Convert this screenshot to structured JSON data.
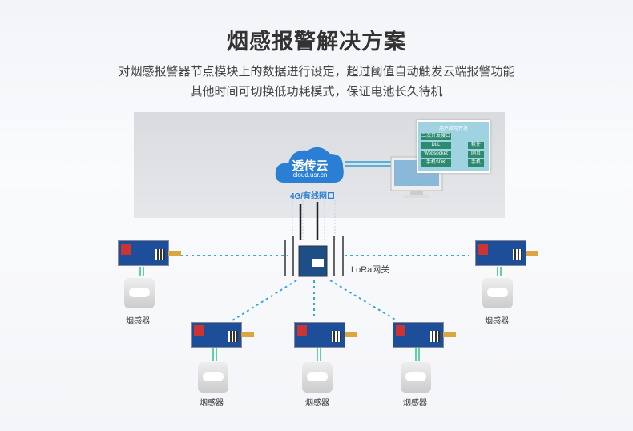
{
  "title": "烟感报警解决方案",
  "subtitle": [
    "对烟感报警器节点模块上的数据进行设定，超过阈值自动触发云端报警功能",
    "其他时间可切换低功耗模式，保证电池长久待机"
  ],
  "cloud": {
    "name": "透传云",
    "url": "cloud.usr.cn",
    "color": "#2a7fd4"
  },
  "network_label": "4G/有线网口",
  "gateway_label": "LoRa网关",
  "user_dev": {
    "title": "用户应用开发",
    "interface": "二次开发接口",
    "left": [
      "DLL",
      "Websocket",
      "手机SDK"
    ],
    "right": [
      "软件",
      "网页",
      "手机"
    ]
  },
  "sensor_label": "烟感器",
  "sensors": [
    {
      "label": "烟感器"
    },
    {
      "label": "烟感器"
    },
    {
      "label": "烟感器"
    },
    {
      "label": "烟感器"
    },
    {
      "label": "烟感器"
    }
  ]
}
